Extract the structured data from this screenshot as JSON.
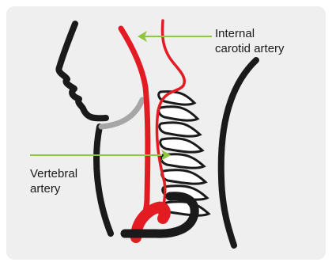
{
  "labels": {
    "internal_carotid": [
      "Internal",
      "carotid artery"
    ],
    "vertebral": [
      "Vertebral",
      "artery"
    ]
  },
  "colors": {
    "artery": "#e31b23",
    "outline": "#1a1a1a",
    "pointer": "#8dc63f",
    "jaw": "#a6a6a6",
    "background": "#efefef"
  }
}
